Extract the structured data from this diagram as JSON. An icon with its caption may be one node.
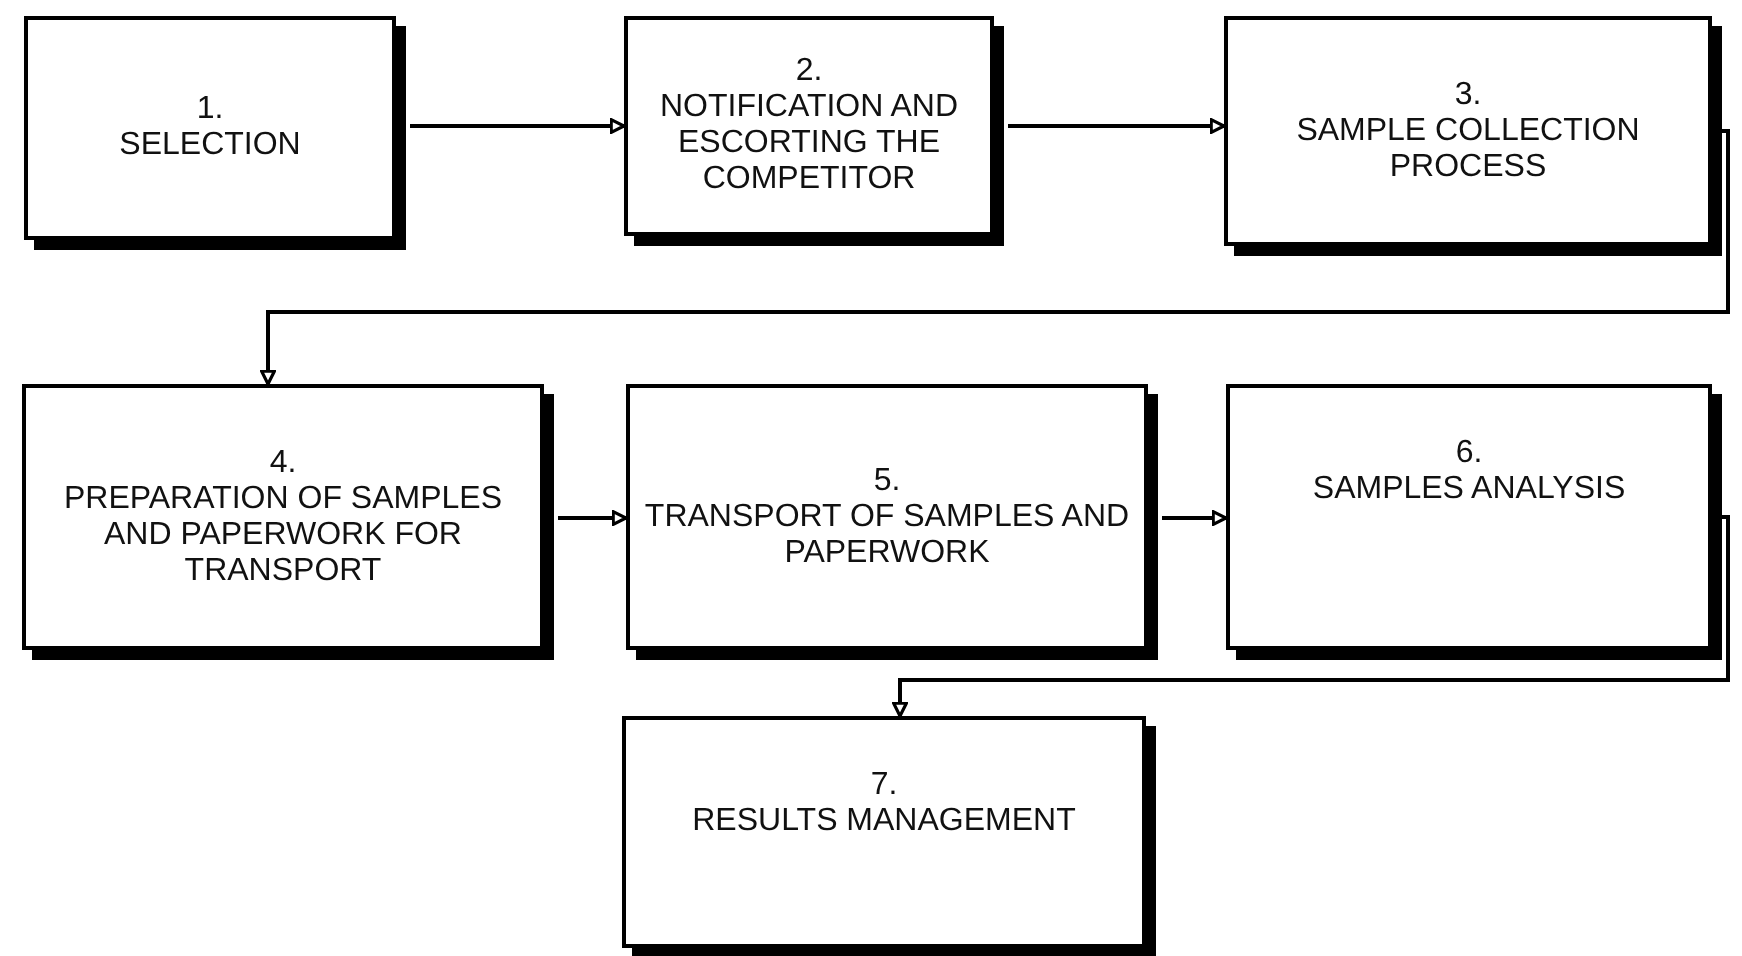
{
  "diagram": {
    "nodes": [
      {
        "text": [
          "1.",
          "SELECTION"
        ]
      },
      {
        "text": [
          "2.",
          "NOTIFICATION AND ESCORTING THE COMPETITOR"
        ]
      },
      {
        "text": [
          "3.",
          "SAMPLE COLLECTION PROCESS"
        ]
      },
      {
        "text": [
          "4.",
          "PREPARATION OF SAMPLES AND PAPERWORK FOR TRANSPORT"
        ]
      },
      {
        "text": [
          "5.",
          "TRANSPORT OF SAMPLES AND PAPERWORK"
        ]
      },
      {
        "text": [
          "6.",
          "SAMPLES ANALYSIS"
        ]
      },
      {
        "text": [
          "7.",
          "RESULTS MANAGEMENT"
        ]
      }
    ],
    "edges": [
      {
        "from": 0,
        "to": 1,
        "arrow": "to"
      },
      {
        "from": 1,
        "to": 2,
        "arrow": "to"
      },
      {
        "from": 2,
        "to": 3,
        "arrow": "to"
      },
      {
        "from": 3,
        "to": 4,
        "arrow": "to"
      },
      {
        "from": 4,
        "to": 5,
        "arrow": "to"
      },
      {
        "from": 5,
        "to": 6,
        "arrow": "to"
      }
    ]
  }
}
